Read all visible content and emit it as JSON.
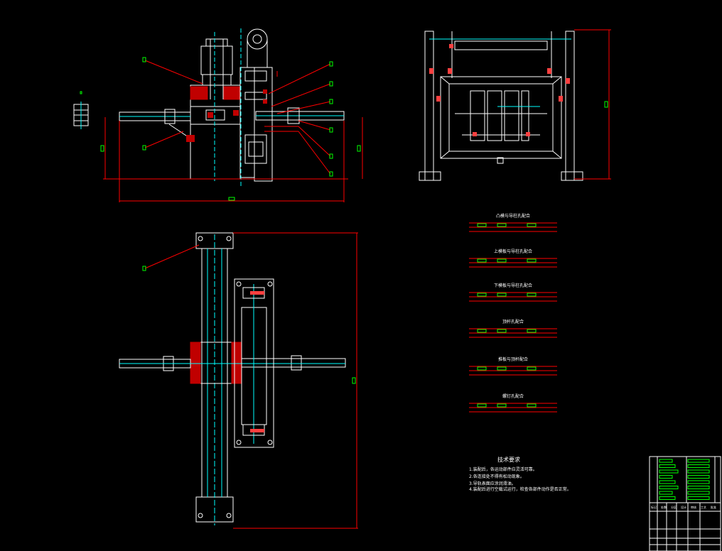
{
  "drawing": {
    "background": "#000000",
    "colors": {
      "outline": "#ffffff",
      "dimension": "#ff0000",
      "leader": "#ff0000",
      "centerline": "#00ffff",
      "section_fill": "#c00000",
      "label": "#00ff00",
      "table_rule": "#ff0000",
      "hatch": "#ffffff",
      "accent": "#ffff00"
    }
  },
  "fit_tables": [
    {
      "title": "凸模与导柱孔配合"
    },
    {
      "title": "上模板与导柱孔配合"
    },
    {
      "title": "下模板与导柱孔配合"
    },
    {
      "title": "顶杆孔配合"
    },
    {
      "title": "推板与顶杆配合"
    },
    {
      "title": "螺钉孔配合"
    }
  ],
  "tech_notes": {
    "title": "技术要求",
    "lines": [
      "1.装配后，各运动部件应灵活可靠。",
      "2.各连接处不得有松动现象。",
      "3.导轨表面应涂润滑油。",
      "4.装配后进行空载试运行，检查各部件动作是否正常。"
    ]
  },
  "title_block": {
    "rows": [
      "",
      "",
      "",
      "",
      "",
      "",
      "",
      ""
    ],
    "bottom": [
      "标记",
      "处数",
      "分区",
      "设计",
      "审核",
      "工艺",
      "批准"
    ]
  }
}
